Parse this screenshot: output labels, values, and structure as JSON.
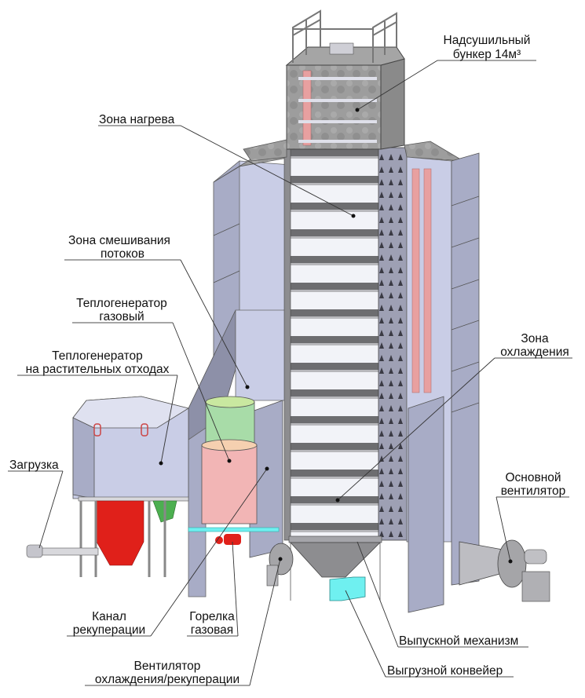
{
  "diagram": {
    "title": "",
    "labels": {
      "bunker": {
        "line1": "Надсушильный",
        "line2": "бункер 14м³"
      },
      "heating_zone": {
        "line1": "Зона нагрева"
      },
      "mixing_zone": {
        "line1": "Зона смешивания",
        "line2": "потоков"
      },
      "gas_heat_gen": {
        "line1": "Теплогенератор",
        "line2": "газовый"
      },
      "plant_waste_heat_gen": {
        "line1": "Теплогенератор",
        "line2": "на растительных отходах"
      },
      "cooling_zone": {
        "line1": "Зона",
        "line2": "охлаждения"
      },
      "loading": {
        "line1": "Загрузка"
      },
      "main_fan": {
        "line1": "Основной",
        "line2": "вентилятор"
      },
      "recuperation_channel": {
        "line1": "Канал",
        "line2": "рекуперации"
      },
      "gas_burner": {
        "line1": "Горелка",
        "line2": "газовая"
      },
      "discharge_mechanism": {
        "line1": "Выпускной механизм"
      },
      "cooling_recup_fan": {
        "line1": "Вентилятор",
        "line2": "охлаждения/рекуперации"
      },
      "unloading_conveyor": {
        "line1": "Выгрузной конвейер"
      }
    },
    "colors": {
      "panel_light": "#c9cde6",
      "panel_mid": "#a8acc6",
      "panel_dark": "#8d90a8",
      "galvanized": "#9a9a9a",
      "louver_light": "#f2f3f8",
      "louver_dark": "#6d6d70",
      "burner_red": "#e0201a",
      "cyclone_green": "#4caf50",
      "gas_gen_green": "#a8dca8",
      "gas_gen_pink": "#f2b5b5",
      "conveyor_cyan": "#6ff0f0",
      "ladder_pink": "#e8a0a0"
    }
  }
}
